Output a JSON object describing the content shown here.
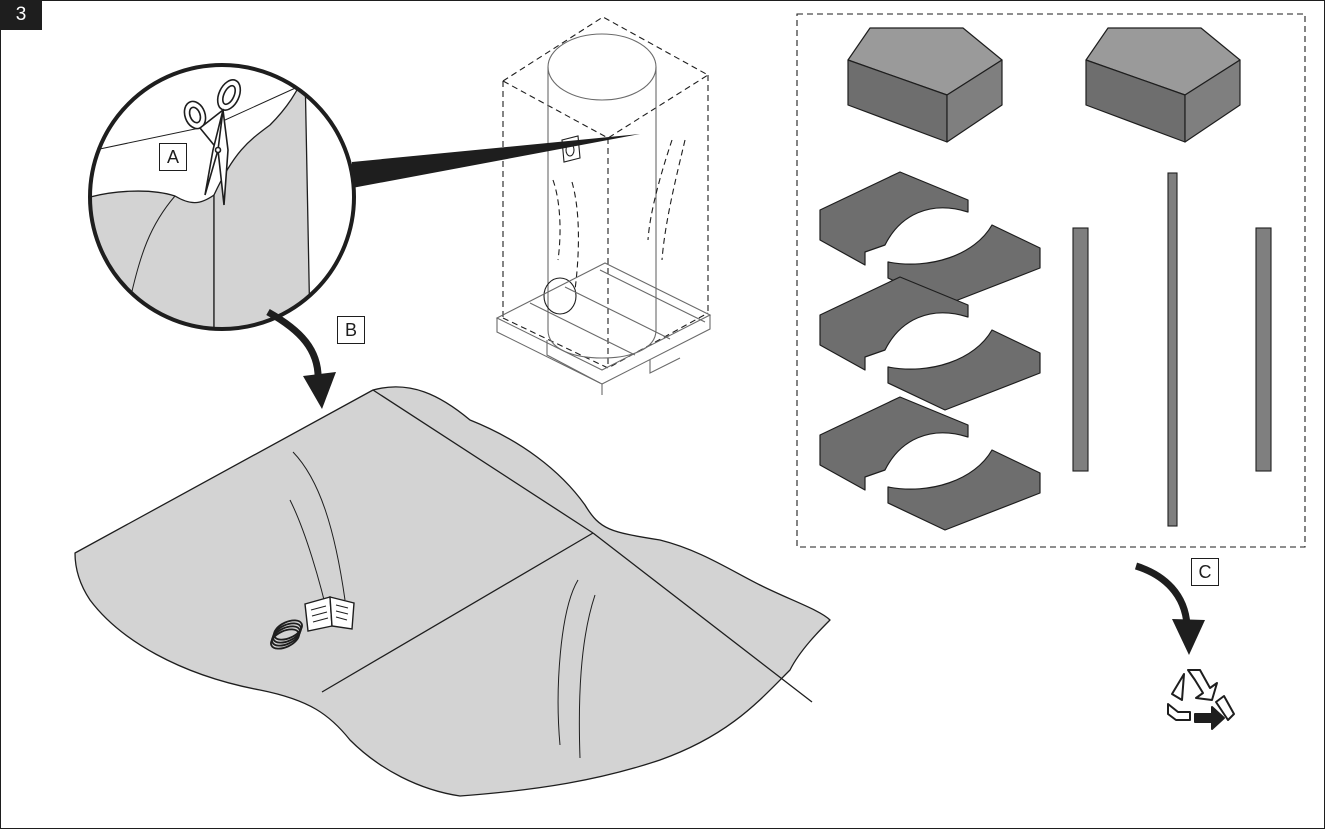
{
  "step": {
    "number": "3"
  },
  "callouts": {
    "a": "A",
    "b": "B",
    "c": "C"
  },
  "colors": {
    "outline": "#1e1e1e",
    "sheet": "#d3d3d3",
    "part": "#6e6e6e",
    "part_light": "#9a9a9a"
  },
  "icons": [
    "scissors-icon",
    "manual-icon",
    "cable-icon",
    "recycle-icon",
    "arrow-icon"
  ]
}
